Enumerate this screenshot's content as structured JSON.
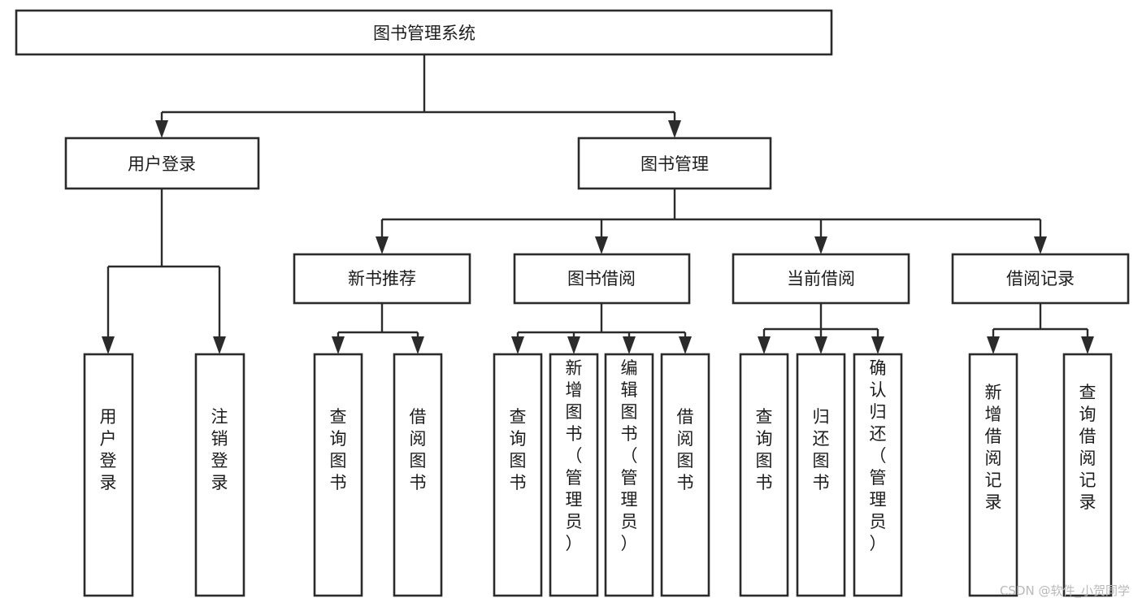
{
  "diagram": {
    "title": "图书管理系统",
    "type": "tree-hierarchy-chart",
    "root": {
      "id": "root",
      "label": "图书管理系统",
      "orientation": "horizontal"
    },
    "level2": [
      {
        "id": "user-login",
        "label": "用户登录",
        "orientation": "horizontal"
      },
      {
        "id": "book-manage",
        "label": "图书管理",
        "orientation": "horizontal"
      }
    ],
    "level3": [
      {
        "id": "new-book-rec",
        "label": "新书推荐",
        "orientation": "horizontal"
      },
      {
        "id": "book-borrow",
        "label": "图书借阅",
        "orientation": "horizontal"
      },
      {
        "id": "current-borrow",
        "label": "当前借阅",
        "orientation": "horizontal"
      },
      {
        "id": "borrow-record",
        "label": "借阅记录",
        "orientation": "horizontal"
      }
    ],
    "leaves": {
      "user-login": [
        {
          "id": "leaf-user-login",
          "label": "用户登录",
          "orientation": "vertical"
        },
        {
          "id": "leaf-logout-login",
          "label": "注销登录",
          "orientation": "vertical"
        }
      ],
      "new-book-rec": [
        {
          "id": "leaf-query-book-1",
          "label": "查询图书",
          "orientation": "vertical"
        },
        {
          "id": "leaf-borrow-book-1",
          "label": "借阅图书",
          "orientation": "vertical"
        }
      ],
      "book-borrow": [
        {
          "id": "leaf-query-book-2",
          "label": "查询图书",
          "orientation": "vertical"
        },
        {
          "id": "leaf-add-book",
          "label": "新增图书（管理员）",
          "orientation": "vertical"
        },
        {
          "id": "leaf-edit-book",
          "label": "编辑图书（管理员）",
          "orientation": "vertical"
        },
        {
          "id": "leaf-borrow-book-2",
          "label": "借阅图书",
          "orientation": "vertical"
        }
      ],
      "current-borrow": [
        {
          "id": "leaf-query-book-3",
          "label": "查询图书",
          "orientation": "vertical"
        },
        {
          "id": "leaf-return-book",
          "label": "归还图书",
          "orientation": "vertical"
        },
        {
          "id": "leaf-confirm-return",
          "label": "确认归还（管理员）",
          "orientation": "vertical"
        }
      ],
      "borrow-record": [
        {
          "id": "leaf-add-record",
          "label": "新增借阅记录",
          "orientation": "vertical"
        },
        {
          "id": "leaf-query-record",
          "label": "查询借阅记录",
          "orientation": "vertical"
        }
      ]
    }
  },
  "watermark": {
    "text": "CSDN @软件_小贺同学"
  },
  "colors": {
    "box_stroke": "#2b2b2b",
    "box_fill": "#ffffff",
    "text": "#1c1c1c",
    "watermark": "#b9b9b9",
    "background": "#ffffff"
  }
}
